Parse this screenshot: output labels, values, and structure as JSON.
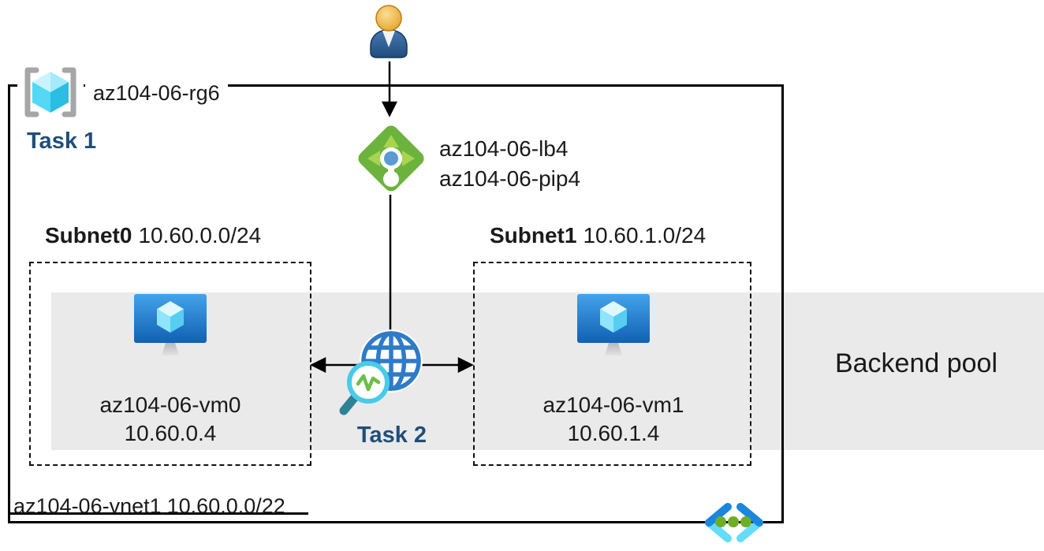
{
  "resource_group": {
    "name": "az104-06-rg6"
  },
  "tasks": {
    "task1": "Task 1",
    "task2": "Task 2"
  },
  "load_balancer": {
    "name": "az104-06-lb4",
    "public_ip": "az104-06-pip4"
  },
  "subnets": [
    {
      "name": "Subnet0",
      "cidr": "10.60.0.0/24",
      "vm": {
        "name": "az104-06-vm0",
        "ip": "10.60.0.4"
      }
    },
    {
      "name": "Subnet1",
      "cidr": "10.60.1.0/24",
      "vm": {
        "name": "az104-06-vm1",
        "ip": "10.60.1.4"
      }
    }
  ],
  "backend_pool": {
    "label": "Backend pool"
  },
  "vnet": {
    "name": "az104-06-vnet1",
    "cidr": "10.60.0.0/22"
  },
  "icons": {
    "user": "user-icon",
    "resource_group": "resource-group-icon",
    "load_balancer": "load-balancer-icon",
    "virtual_machine": "vm-icon",
    "web_test": "globe-magnifier-icon",
    "virtual_network": "vnet-icon"
  },
  "colors": {
    "task_blue": "#1F4E79",
    "band_gray": "#EAEAEA",
    "line_black": "#000000",
    "lb_green": "#6CB33E",
    "lb_arrow_green": "#A8D44F",
    "lb_dot_blue": "#5B9BD5",
    "globe_blue": "#2E7BC8",
    "mag_cyan": "#49CBE8",
    "mag_green": "#6CBE45",
    "mag_teal": "#2E8296",
    "vnet_dark_blue": "#1B86DC",
    "vnet_light_cyan": "#64DCFA",
    "vnet_green": "#6EAD28"
  }
}
